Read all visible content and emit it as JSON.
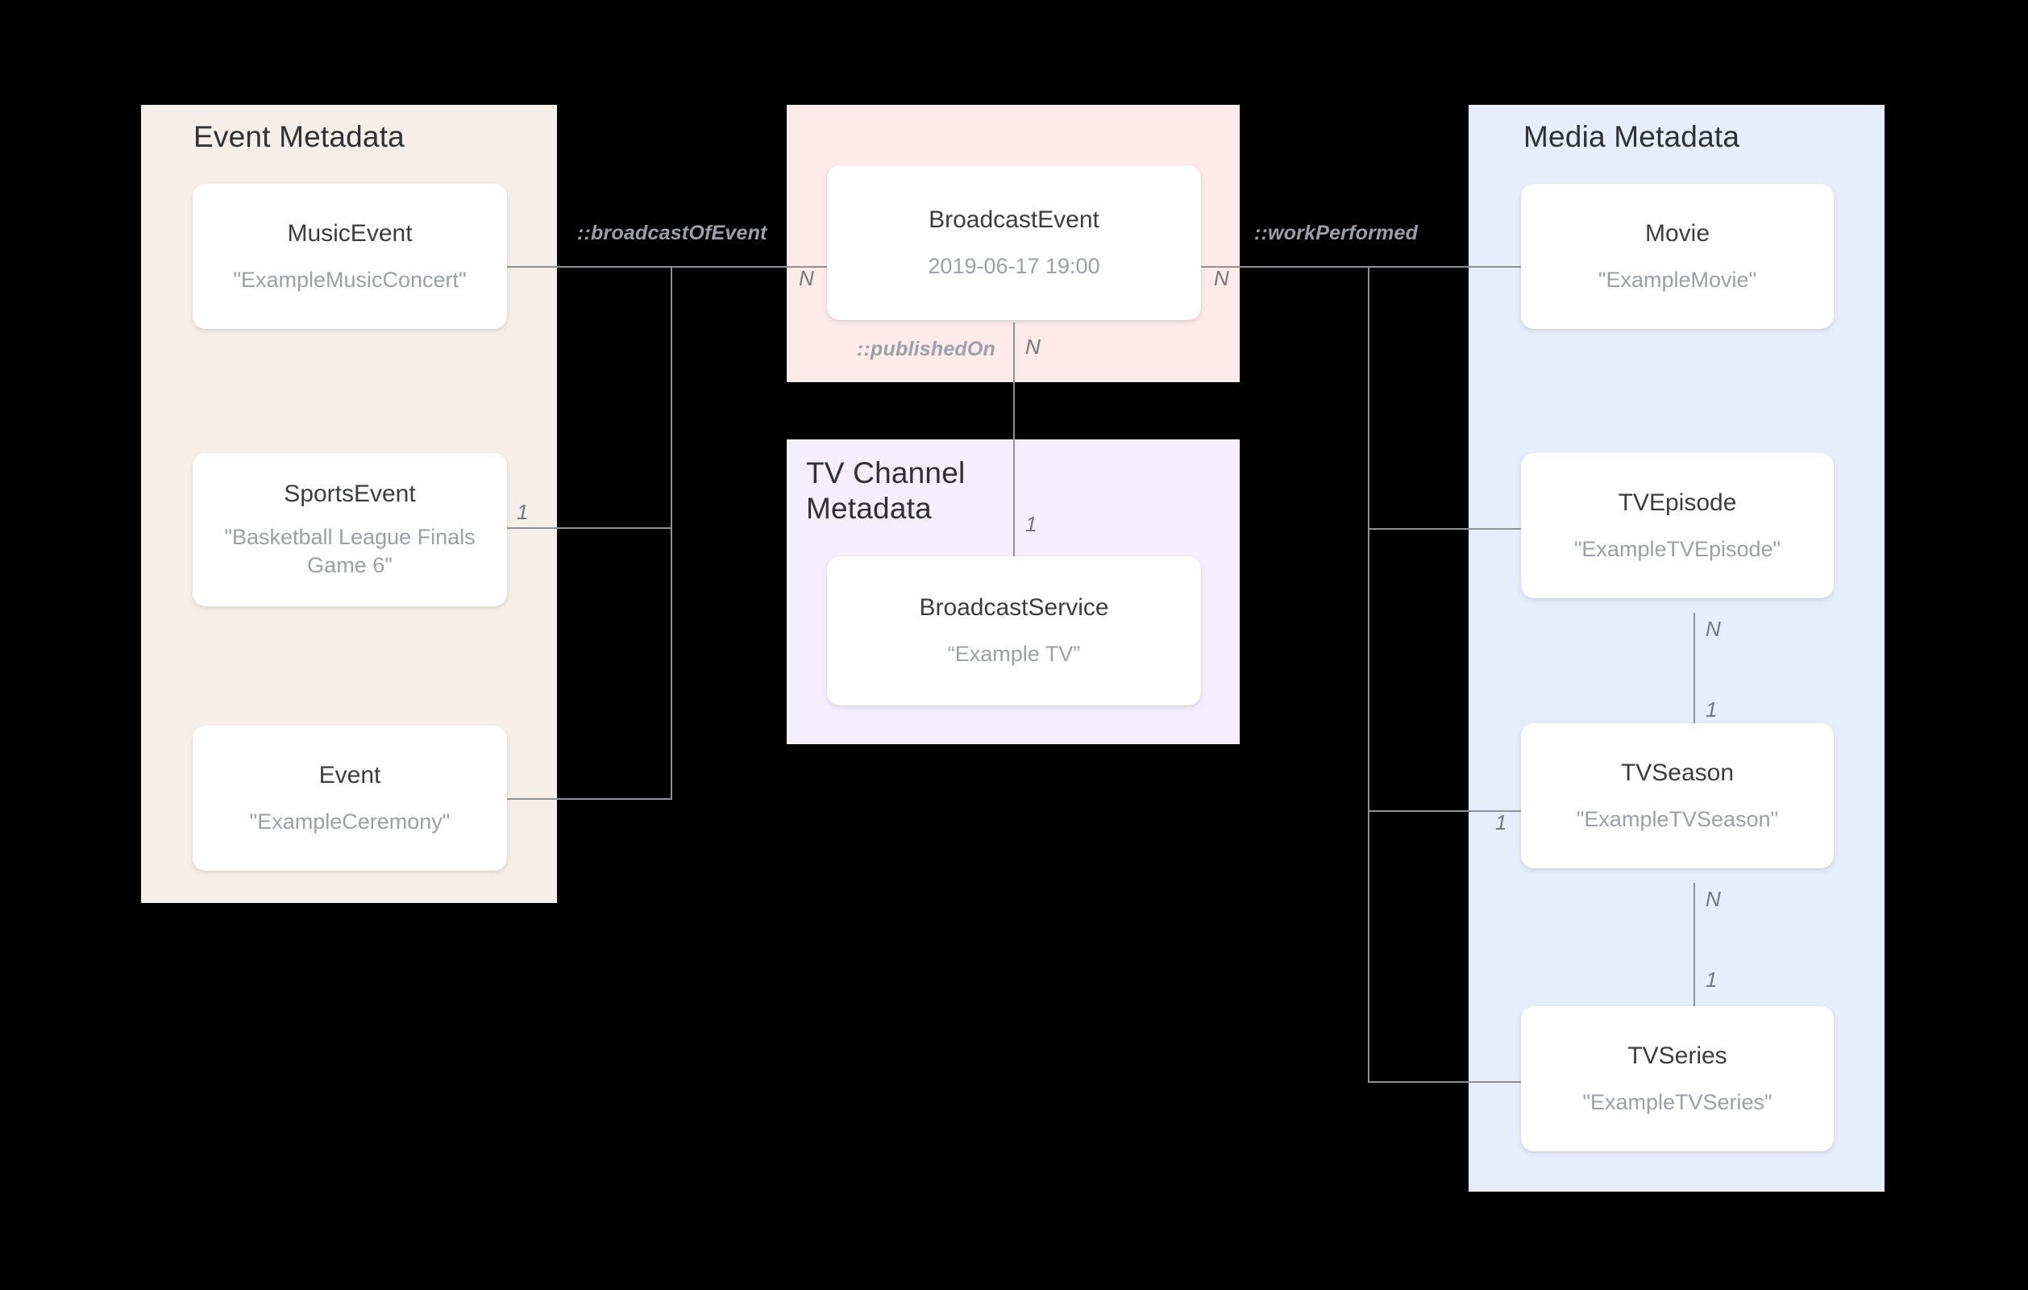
{
  "diagram": {
    "title": "Broadcast / Media metadata entity-relationship diagram",
    "background": "#000000",
    "edge_color": "#8f9194",
    "groups": [
      {
        "id": "event-metadata",
        "label": "Event Metadata",
        "color": "#f6efe9",
        "entities": [
          {
            "id": "music-event",
            "type": "MusicEvent",
            "value": "\"ExampleMusicConcert\""
          },
          {
            "id": "sports-event",
            "type": "SportsEvent",
            "value": "\"Basketball League Finals Game 6\""
          },
          {
            "id": "event",
            "type": "Event",
            "value": "\"ExampleCeremony\""
          }
        ]
      },
      {
        "id": "broadcast-event-group",
        "label": "",
        "color": "#fdeaea",
        "entities": [
          {
            "id": "broadcast-event",
            "type": "BroadcastEvent",
            "value": "2019-06-17 19:00"
          }
        ]
      },
      {
        "id": "tv-channel-metadata",
        "label": "TV Channel\nMetadata",
        "color": "#f5eefe",
        "entities": [
          {
            "id": "broadcast-service",
            "type": "BroadcastService",
            "value": "“Example TV”"
          }
        ]
      },
      {
        "id": "media-metadata",
        "label": "Media Metadata",
        "color": "#e7edfb",
        "entities": [
          {
            "id": "movie",
            "type": "Movie",
            "value": "\"ExampleMovie\""
          },
          {
            "id": "tv-episode",
            "type": "TVEpisode",
            "value": "\"ExampleTVEpisode\""
          },
          {
            "id": "tv-season",
            "type": "TVSeason",
            "value": "\"ExampleTVSeason\""
          },
          {
            "id": "tv-series",
            "type": "TVSeries",
            "value": "\"ExampleTVSeries\""
          }
        ]
      }
    ],
    "relationships": [
      {
        "id": "broadcast-of-event",
        "label": "::broadcastOfEvent",
        "from": "event-metadata",
        "to": "broadcast-event",
        "from_cardinality": "1",
        "to_cardinality": "N"
      },
      {
        "id": "work-performed",
        "label": "::workPerformed",
        "from": "broadcast-event",
        "to": "media-metadata",
        "from_cardinality": "N",
        "to_cardinality": "1"
      },
      {
        "id": "published-on",
        "label": "::publishedOn",
        "from": "broadcast-event",
        "to": "broadcast-service",
        "from_cardinality": "N",
        "to_cardinality": "1"
      },
      {
        "id": "episode-season",
        "label": "",
        "from": "tv-episode",
        "to": "tv-season",
        "from_cardinality": "N",
        "to_cardinality": "1"
      },
      {
        "id": "season-series",
        "label": "",
        "from": "tv-season",
        "to": "tv-series",
        "from_cardinality": "N",
        "to_cardinality": "1"
      }
    ],
    "cardinalities": {
      "n": "N",
      "one": "1"
    }
  }
}
